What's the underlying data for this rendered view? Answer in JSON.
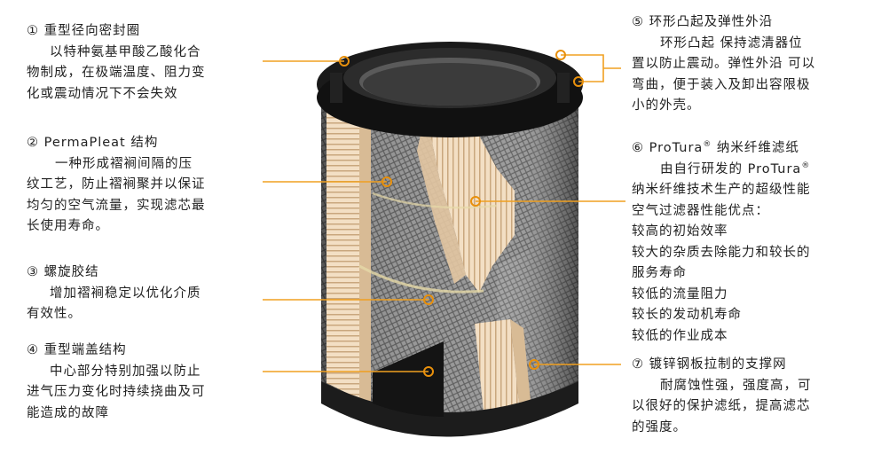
{
  "callouts": [
    {
      "heading": "① 重型径向密封圈",
      "lines": [
        "以特种氨基甲酸乙酸化合",
        "物制成，在极端温度、阻力变",
        "化或震动情况下不会失效"
      ]
    },
    {
      "heading": "② PermaPleat 结构",
      "lines": [
        "一种形成褶裥间隔的压",
        "纹工艺，防止褶裥聚并以保证",
        "均匀的空气流量，实现滤芯最",
        "长使用寿命。"
      ]
    },
    {
      "heading": "③ 螺旋胶结",
      "lines": [
        "增加褶裥稳定以优化介质",
        "有效性。"
      ]
    },
    {
      "heading": "④ 重型端盖结构",
      "lines": [
        "中心部分特别加强以防止",
        "进气压力变化时持续挠曲及可",
        "能造成的故障"
      ]
    },
    {
      "heading": "⑤ 环形凸起及弹性外沿",
      "lines": [
        "环形凸起 保持滤清器位",
        "置以防止震动。弹性外沿 可以",
        "弯曲，便于装入及卸出容限极",
        "小的外壳。"
      ]
    },
    {
      "heading_prefix": "⑥ ProTura",
      "heading_sup": "®",
      "heading_suffix": " 纳米纤维滤纸",
      "line1_prefix": "由自行研发的 ProTura",
      "line1_sup": "®",
      "lines": [
        "纳米纤维技术生产的超级性能",
        "空气过滤器性能优点：",
        "较高的初始效率",
        "较大的杂质去除能力和较长的",
        "服务寿命",
        "较低的流量阻力",
        "较长的发动机寿命",
        "较低的作业成本"
      ]
    },
    {
      "heading": "⑦ 镀锌钢板拉制的支撑网",
      "lines": [
        "耐腐蚀性强，强度高，可",
        "以很好的保护滤纸，提高滤芯",
        "的强度。"
      ]
    }
  ],
  "colors": {
    "leader_line": "#f0a020",
    "marker_dot": "#e8900c",
    "text": "#222222",
    "gasket": "#1a1a1a",
    "mesh": "#8a8a8a",
    "pleat": "#f2dcc0"
  }
}
